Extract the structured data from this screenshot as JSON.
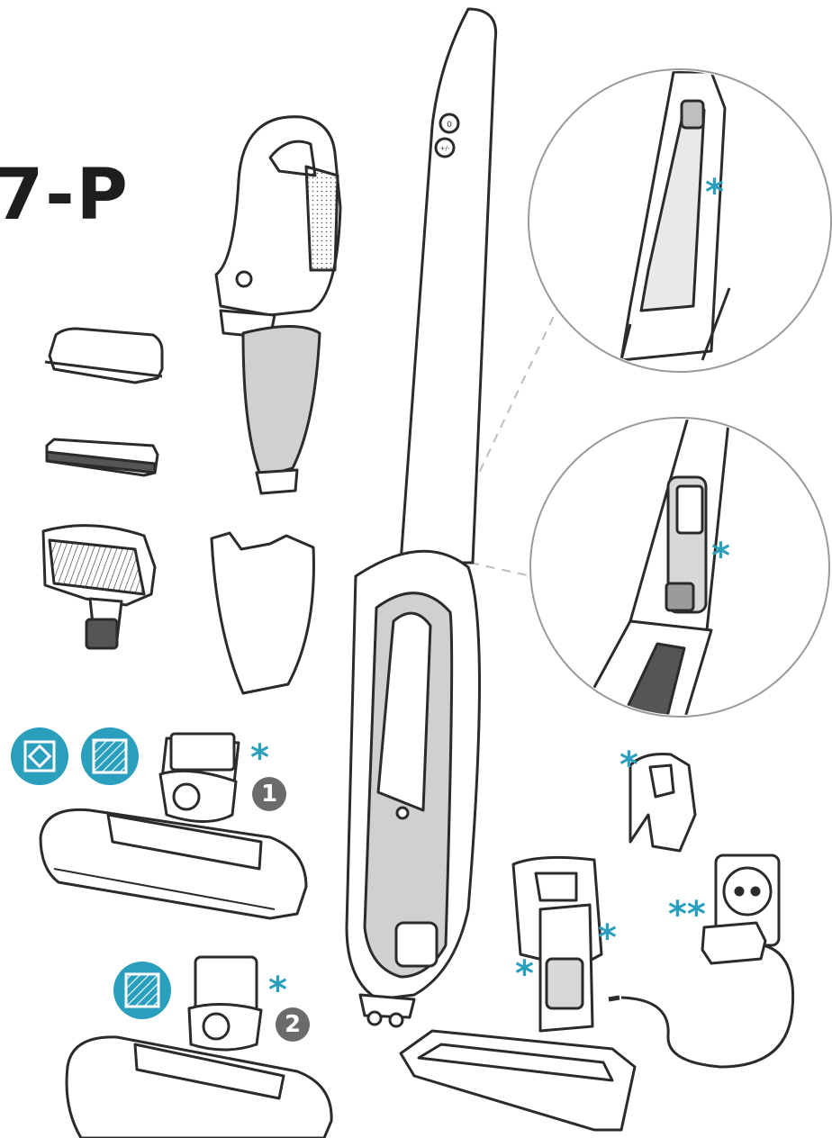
{
  "title": "7-P",
  "labels": {
    "star": "*",
    "double_star": "**",
    "nozzle_1": "1",
    "nozzle_2": "2",
    "power_button": "0",
    "speed_button": "+/-"
  },
  "colors": {
    "accent": "#2a9fbd",
    "badge": "#6b6b6b",
    "outline": "#2b2b2b",
    "body": "#ffffff",
    "dustbin": "#d0d0d0"
  },
  "icons": {
    "carpet": "carpet-icon",
    "hard_floor": "hard-floor-icon"
  }
}
